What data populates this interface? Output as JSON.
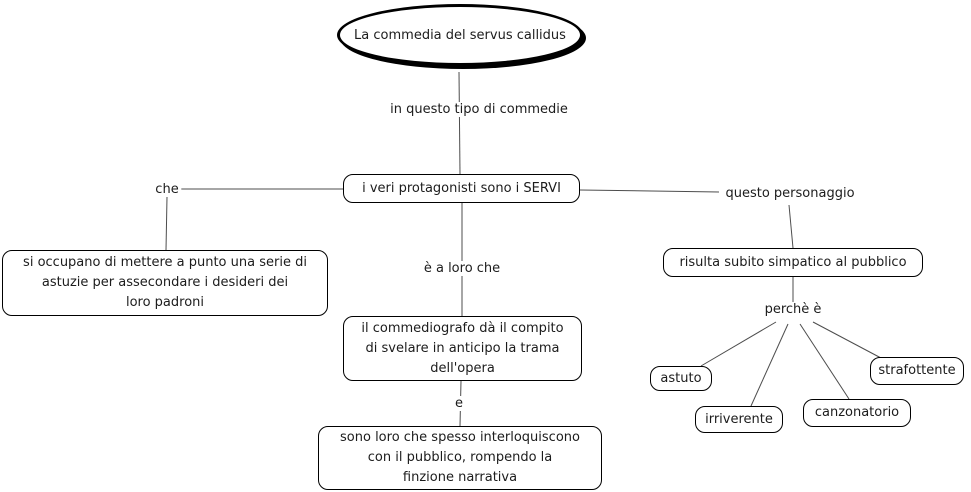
{
  "map": {
    "root_label": "La commedia del servus callidus",
    "nodes": {
      "protagonisti": "i veri protagonisti sono i SERVI",
      "astuzie": "si occupano di mettere a punto una serie di\nastuzie per assecondare i desideri dei\nloro padroni",
      "commediografo": "il commediografo dà il compito\ndi svelare in anticipo la trama\ndell'opera",
      "interloquiscono": "sono loro che spesso interloquiscono\ncon il pubblico, rompendo la\nfinzione narrativa",
      "simpatico": "risulta subito simpatico al pubblico",
      "astuto": "astuto",
      "irriverente": "irriverente",
      "canzonatorio": "canzonatorio",
      "strafottente": "strafottente"
    },
    "link_labels": {
      "in_questo_tipo": "in questo tipo di commedie",
      "che": "che",
      "e_a_loro_che": "è a loro che",
      "e": "e",
      "questo_personaggio": "questo personaggio",
      "perche_e": "perchè è"
    },
    "colors": {
      "background": "#ffffff",
      "line": "#4d4d4d",
      "border": "#000000",
      "text": "#1c1c1c"
    }
  }
}
